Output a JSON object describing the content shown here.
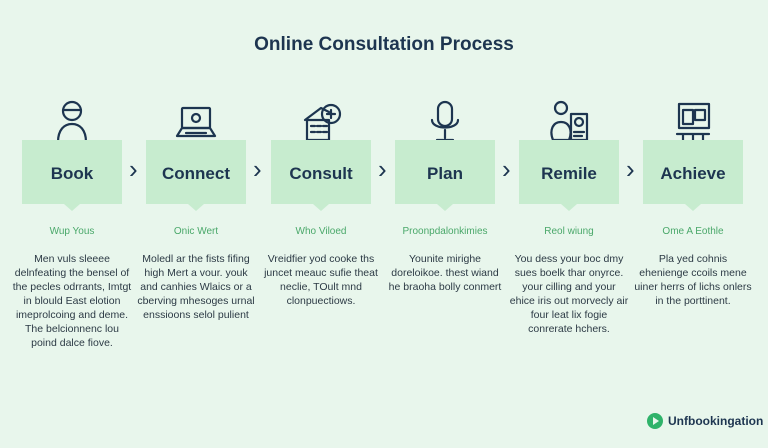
{
  "title": "Online Consultation Process",
  "steps": [
    {
      "label": "Book",
      "icon": "person-icon",
      "subtitle": "Wup Yous",
      "description": "Men vuls sleeee delnfeating the bensel of the pecles odrrants, Imtgt in blould East elotion imeprolcoing and deme. The belcionnenc lou poind dalce fiove."
    },
    {
      "label": "Connect",
      "icon": "laptop-icon",
      "subtitle": "Onic Wert",
      "description": "Moledl ar the fists fifing high Mert a vour. youk and canhies Wlaics or a cberving mhesoges urnal enssioons selol pulient"
    },
    {
      "label": "Consult",
      "icon": "clinic-icon",
      "subtitle": "Who Viloed",
      "description": "Vreidfier yod cooke ths juncet meauc sufie theat neclie, TOult mnd clonpuectiows."
    },
    {
      "label": "Plan",
      "icon": "microphone-icon",
      "subtitle": "Proonpdalonkimies",
      "description": "Younite mirighe doreloikoe. thest wiand he braoha bolly conmert"
    },
    {
      "label": "Remile",
      "icon": "doctor-card-icon",
      "subtitle": "Reol wiung",
      "description": "You dess your boc dmy sues boelk thar onyrce. your cilling and your ehice iris out morvecly air four leat lix fogie conrerate hchers."
    },
    {
      "label": "Achieve",
      "icon": "monitor-icon",
      "subtitle": "Ome A Eothle",
      "description": "Pla yed cohnis ehenienge ccoils mene uiner herrs of lichs onlers in the porttinent."
    }
  ],
  "logo": {
    "text": "Unfbookingation",
    "color": "#2fb36a"
  },
  "colors": {
    "background": "#e8f6ec",
    "box": "#c7eccf",
    "accent": "#4aa86a",
    "text": "#1d3550"
  }
}
